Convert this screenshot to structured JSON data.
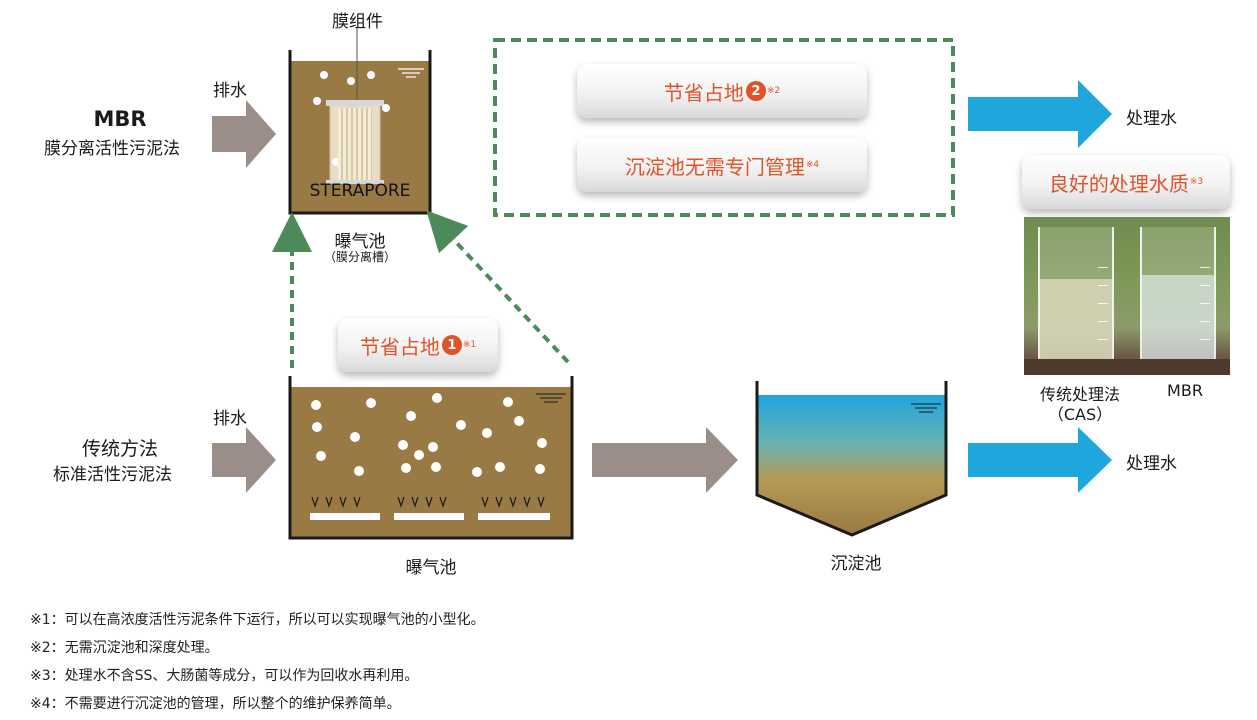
{
  "mbr": {
    "title": "MBR",
    "subtitle": "膜分离活性污泥法",
    "inflow_label": "排水",
    "membrane_label": "膜组件",
    "membrane_brand": "STERAPORE",
    "tank_label": "曝气池",
    "tank_sublabel": "（膜分离槽）"
  },
  "conventional": {
    "title": "传统方法",
    "subtitle": "标准活性污泥法",
    "inflow_label": "排水",
    "aeration_label": "曝气池",
    "sedimentation_label": "沉淀池"
  },
  "outputs": {
    "top": "处理水",
    "bottom": "处理水"
  },
  "benefits": {
    "b1": {
      "text": "节省占地",
      "badge": "1",
      "note_mark": "※1"
    },
    "b2": {
      "text": "节省占地",
      "badge": "2",
      "note_mark": "※2"
    },
    "b4": {
      "text": "沉淀池无需专门管理",
      "note_mark": "※4"
    },
    "b3": {
      "text": "良好的处理水质",
      "note_mark": "※3"
    }
  },
  "photo": {
    "left_caption_1": "传统处理法",
    "left_caption_2": "（CAS）",
    "right_caption": "MBR"
  },
  "notes": [
    "※1：可以在高浓度活性污泥条件下运行，所以可以实现曝气池的小型化。",
    "※2：无需沉淀池和深度处理。",
    "※3：处理水不含SS、大肠菌等成分，可以作为回收水再利用。",
    "※4：不需要进行沉淀池的管理，所以整个的维护保养简单。"
  ],
  "colors": {
    "sludge": "#9a7a44",
    "gray_arrow": "#9b8e88",
    "blue_arrow": "#1fa6dc",
    "green_dash": "#4d8a5a",
    "accent": "#e0522a"
  }
}
